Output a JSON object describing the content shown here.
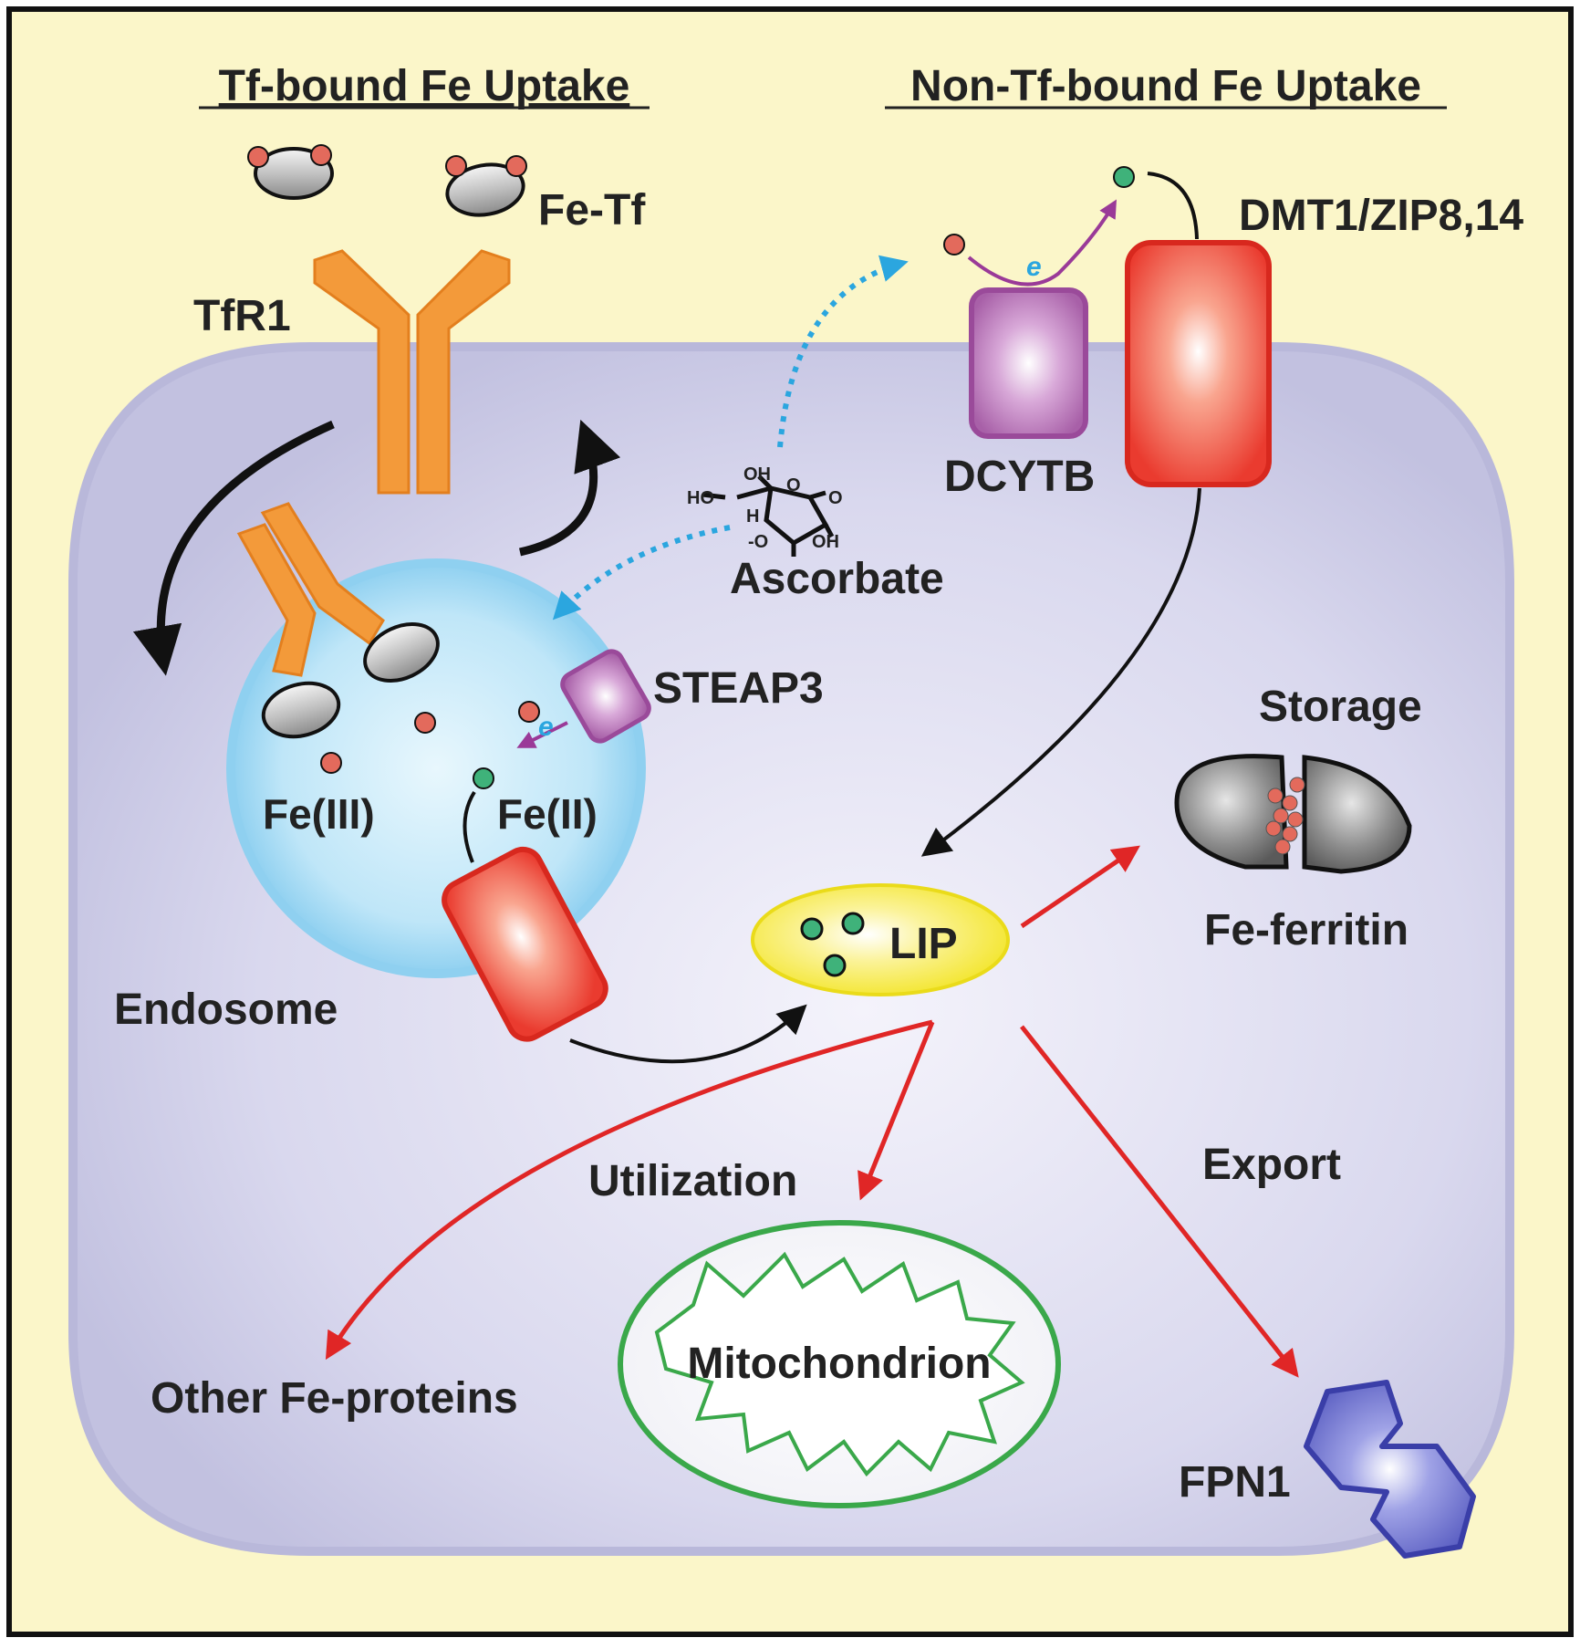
{
  "headings": {
    "left": "Tf-bound Fe Uptake",
    "right": "Non-Tf-bound Fe Uptake"
  },
  "labels": {
    "fe_tf": "Fe-Tf",
    "tfr1": "TfR1",
    "dmt1": "DMT1/ZIP8,14",
    "dcytb": "DCYTB",
    "ascorbate": "Ascorbate",
    "steap3": "STEAP3",
    "storage": "Storage",
    "fe3": "Fe(III)",
    "fe2": "Fe(II)",
    "fe_ferritin": "Fe-ferritin",
    "lip": "LIP",
    "endosome": "Endosome",
    "utilization": "Utilization",
    "export": "Export",
    "mitochondrion": "Mitochondrion",
    "other_fe_proteins": "Other Fe-proteins",
    "fpn1": "FPN1",
    "electron": "e"
  },
  "ascorbate_structure": {
    "oh_top": "OH",
    "ho_left": "HO",
    "h": "H",
    "o_minus": "-O",
    "oh_bottom": "OH",
    "o_ring": "O",
    "o_keto": "O"
  },
  "colors": {
    "background": "#fbf6c9",
    "cell": "#c9c9e6",
    "cell_inner": "#ecebf7",
    "endosome": "#9fd8f3",
    "tfr1": "#f39a3a",
    "transporter": "#e8403a",
    "dcytb": "#b065b0",
    "lip": "#f5ec2a",
    "mito": "#3aa84a",
    "fpn1": "#5e62c4",
    "fe3": "#e36a5c",
    "fe2": "#3fb27a",
    "ascorbate_arrow": "#2ba6df",
    "pathway_arrow": "#e02626",
    "electron_arrow": "#9a3a98"
  }
}
